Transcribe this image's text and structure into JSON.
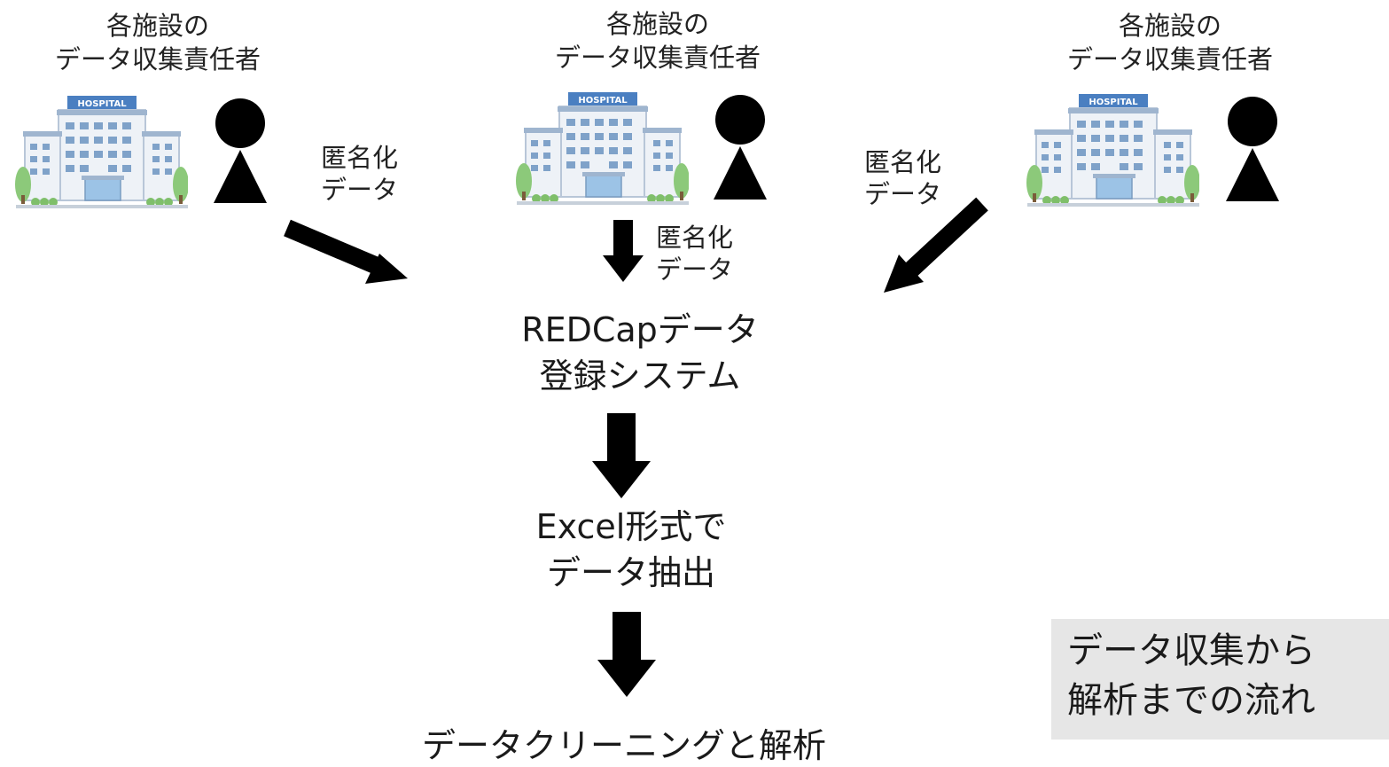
{
  "sites": [
    {
      "role_line1": "各施設の",
      "role_line2": "データ収集責任者",
      "sign": "HOSPITAL"
    },
    {
      "role_line1": "各施設の",
      "role_line2": "データ収集責任者",
      "sign": "HOSPITAL"
    },
    {
      "role_line1": "各施設の",
      "role_line2": "データ収集責任者",
      "sign": "HOSPITAL"
    }
  ],
  "anon_left": {
    "line1": "匿名化",
    "line2": "データ"
  },
  "anon_center": {
    "line1": "匿名化",
    "line2": "データ"
  },
  "anon_right": {
    "line1": "匿名化",
    "line2": "データ"
  },
  "redcap": {
    "line1": "REDCapデータ",
    "line2": "登録システム"
  },
  "excel": {
    "line1": "Excel形式で",
    "line2": "データ抽出"
  },
  "final_step": "データクリーニングと解析",
  "caption": {
    "line1": "データ収集から",
    "line2": "解析までの流れ"
  }
}
